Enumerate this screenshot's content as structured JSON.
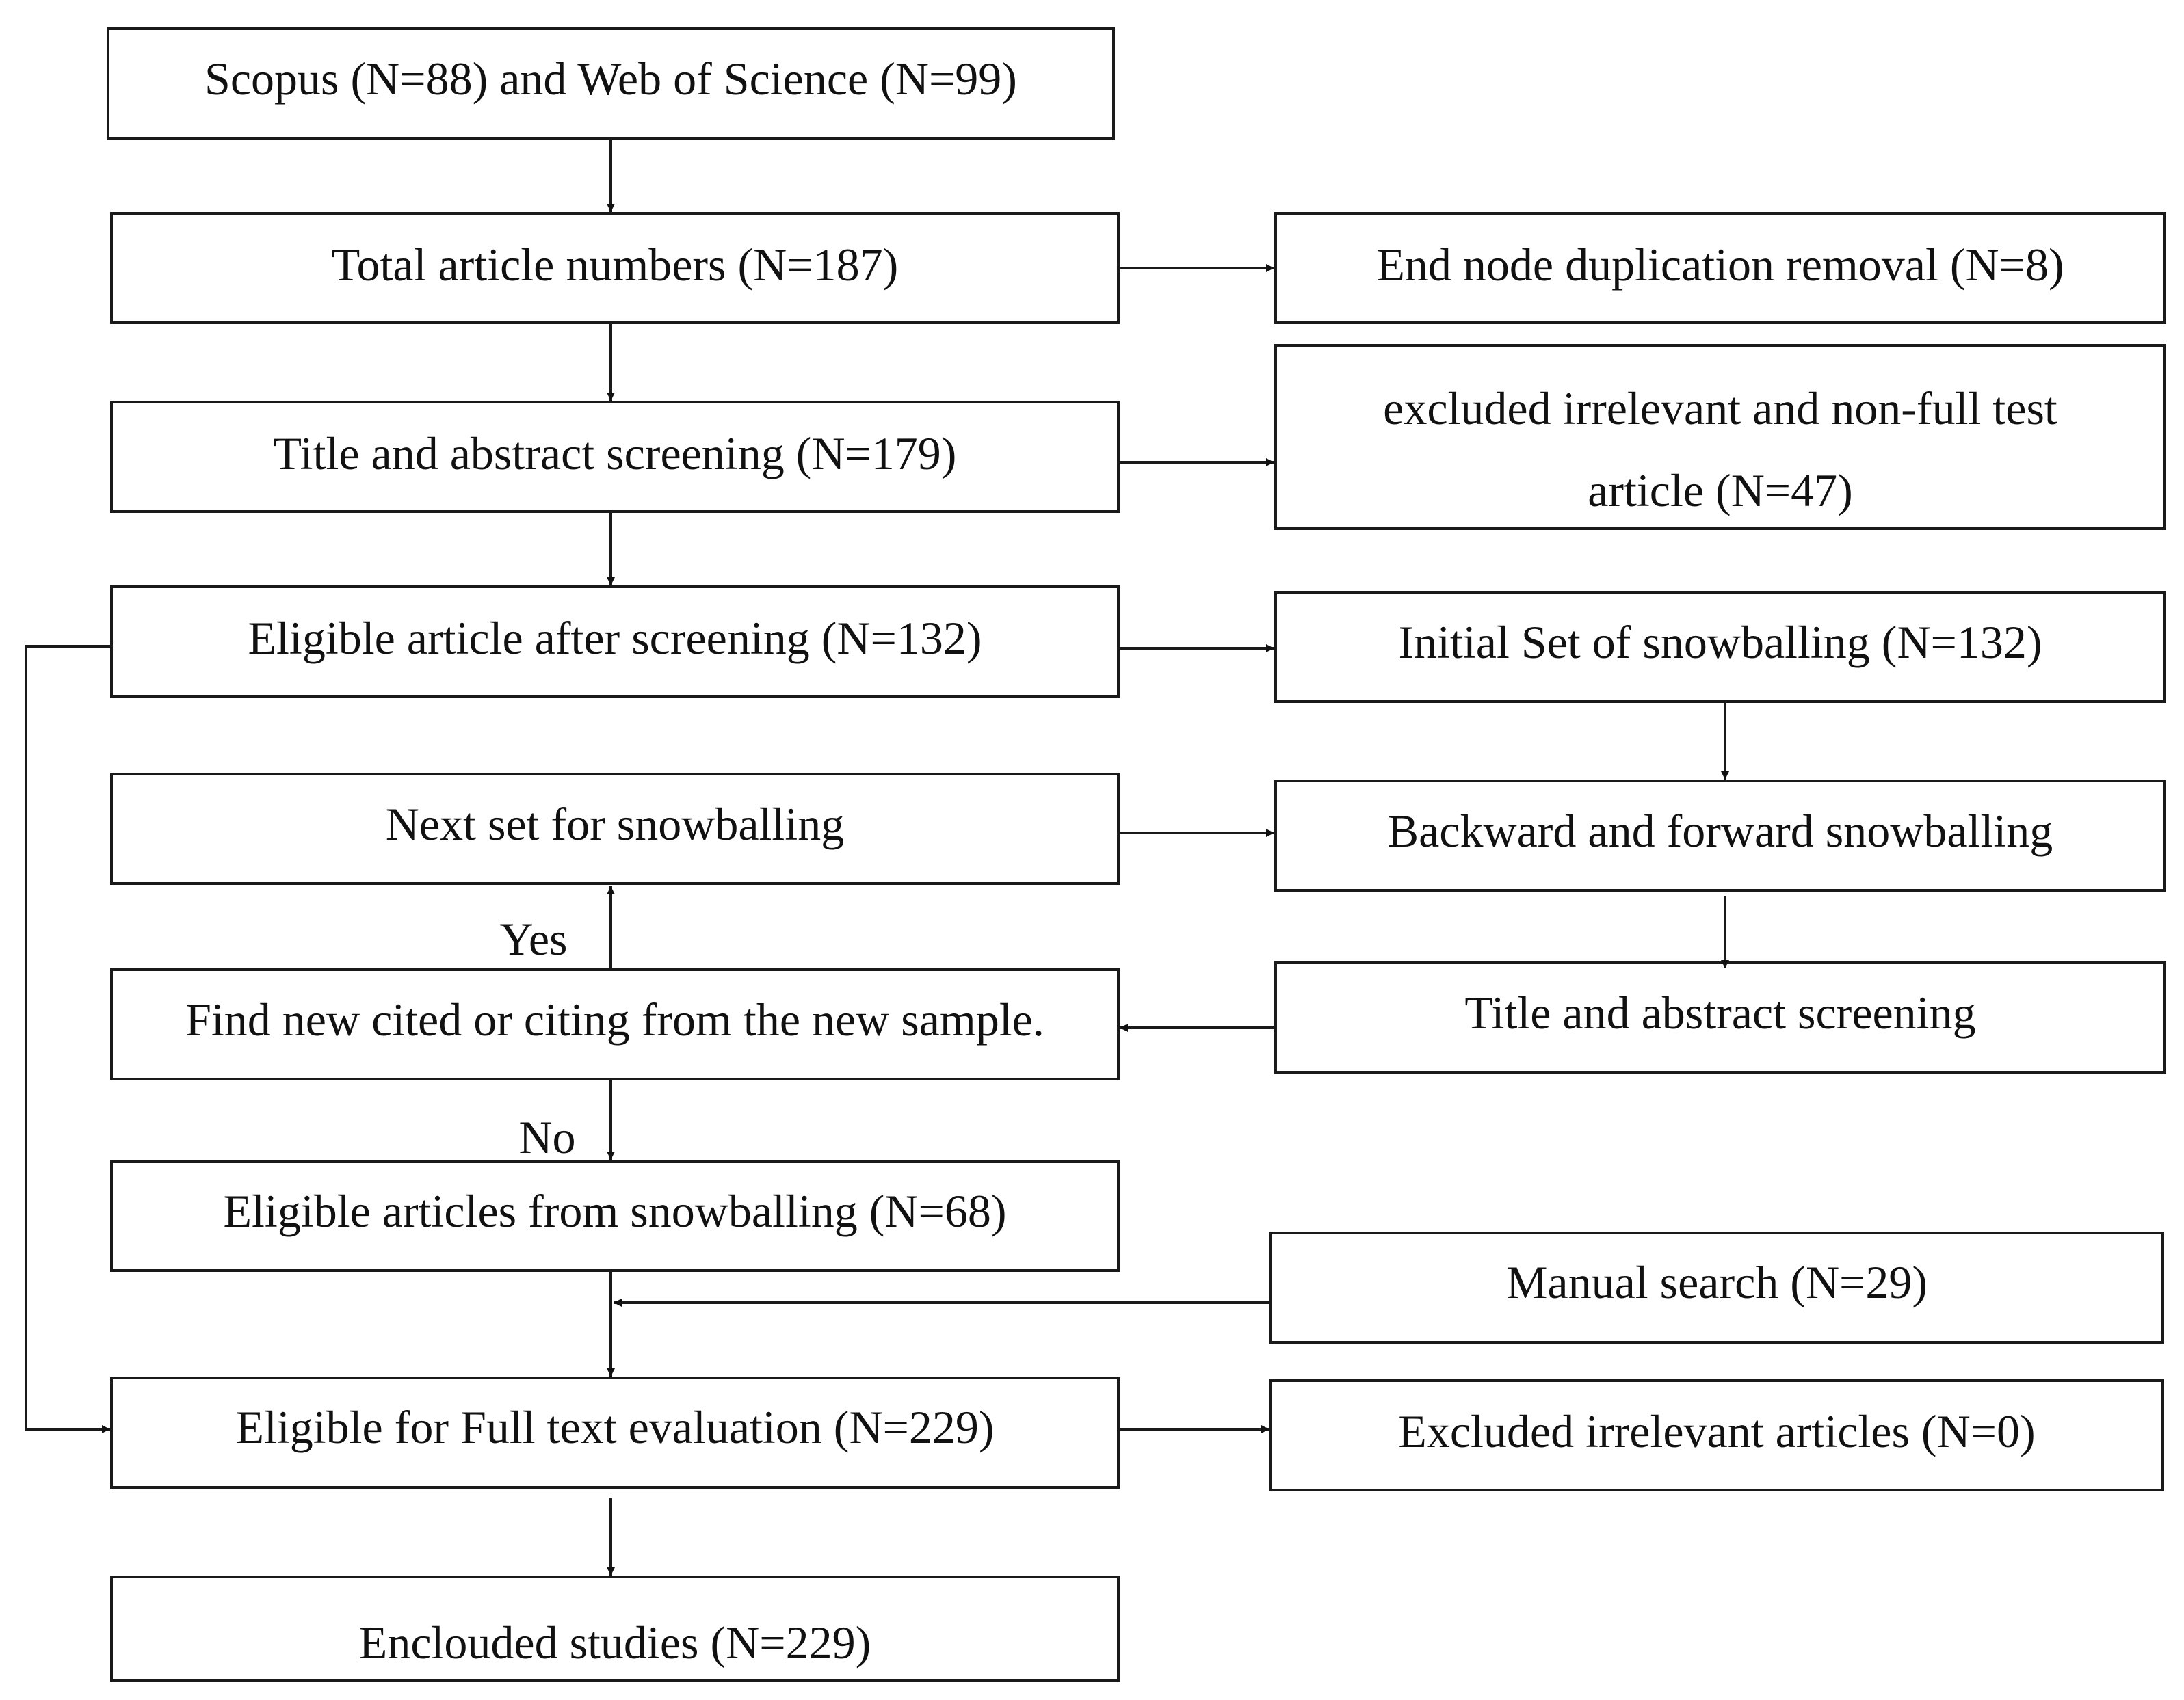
{
  "boxes": {
    "scopus_wos": "Scopus (N=88) and Web of Science (N=99)",
    "total": "Total article numbers (N=187)",
    "duplication": "End node duplication removal (N=8)",
    "title_screening": "Title and abstract screening (N=179)",
    "excluded_line1": "excluded irrelevant and non-full test",
    "excluded_line2": "article (N=47)",
    "eligible_after_screening": "Eligible article after screening (N=132)",
    "initial_set": "Initial Set of snowballing (N=132)",
    "next_set": "Next set for snowballing",
    "backward_forward": "Backward and forward snowballing",
    "find_new": "Find new cited or citing from the new sample.",
    "snowball_title_screening": "Title and abstract screening",
    "eligible_snowballing": "Eligible articles from snowballing (N=68)",
    "manual_search": "Manual search (N=29)",
    "full_text": "Eligible for Full text evaluation (N=229)",
    "excluded_irrelevant": "Excluded irrelevant articles (N=0)",
    "included": "Enclouded studies (N=229)"
  },
  "labels": {
    "yes": "Yes",
    "no": "No"
  }
}
